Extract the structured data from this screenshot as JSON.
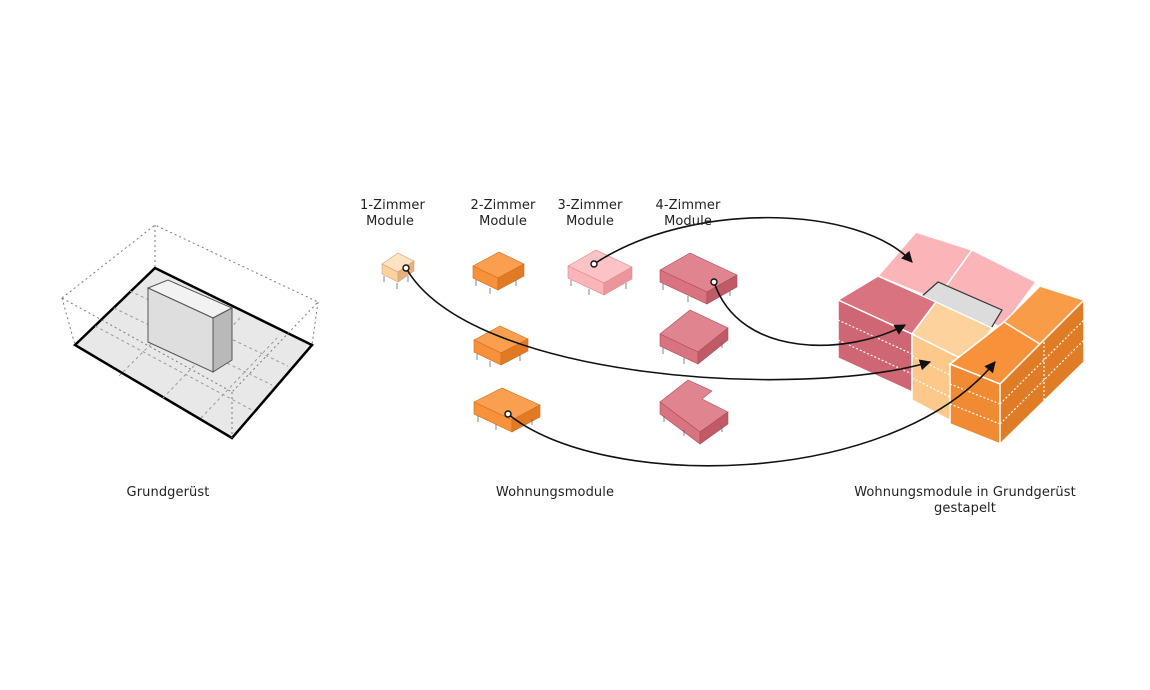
{
  "sections": {
    "frame": "Grundgerüst",
    "modules": "Wohnungsmodule",
    "stacked_line1": "Wohnungsmodule in Grundgerüst",
    "stacked_line2": "gestapelt"
  },
  "module_types": [
    {
      "line1": "1-Zimmer",
      "line2": "Module"
    },
    {
      "line1": "2-Zimmer",
      "line2": "Module"
    },
    {
      "line1": "3-Zimmer",
      "line2": "Module"
    },
    {
      "line1": "4-Zimmer",
      "line2": "Module"
    }
  ],
  "colors": {
    "one_room": "#fdd29c",
    "two_room": "#f7923a",
    "three_room": "#fbb4b8",
    "four_room": "#d9737f",
    "frame_floor": "#e6e6e6",
    "core": "#dcdcdc"
  }
}
